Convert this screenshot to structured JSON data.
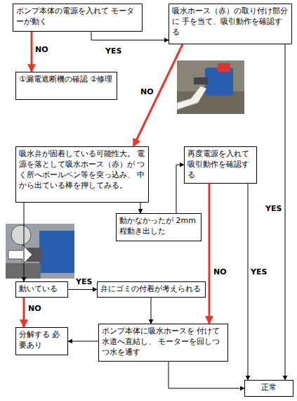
{
  "diagram": {
    "nodes": [
      {
        "text": [
          "ポンプ本体の電源を入れて モーターが動く"
        ]
      },
      {
        "text": [
          "吸水ホース（赤）の取り付け部分に 手を当て、吸引動作を確認する"
        ]
      },
      {
        "text": [
          "①漏電遮断機の確認 ②修理"
        ]
      },
      {
        "text": [
          "吸水弁が固着している可能性大。 電源を落として吸水ホース（赤）が つく所へボールペン等を突っ込み、 中から出ている棒を押してみる。"
        ]
      },
      {
        "text": [
          "再度電源を入れて 吸引動作を確認する"
        ]
      },
      {
        "text": [
          "動かなかったが 2mm程動き出した"
        ]
      },
      {
        "text": [
          "動いている"
        ]
      },
      {
        "text": [
          "弁にゴミの付着が考えられる"
        ]
      },
      {
        "text": [
          "分解する 必要あり"
        ]
      },
      {
        "text": [
          "ポンプ本体に吸水ホースを 付けて水道へ直結し、 モーターを回しつつ水を通す"
        ]
      },
      {
        "text": [
          "正常"
        ]
      }
    ],
    "edges": [
      {
        "from": 0,
        "to": 2,
        "arrow": "to",
        "label": "NO"
      },
      {
        "from": 0,
        "to": 1,
        "arrow": "to",
        "label": "YES"
      },
      {
        "from": 1,
        "to": 3,
        "arrow": "to",
        "label": "NO"
      },
      {
        "from": 1,
        "to": 10,
        "arrow": "to",
        "label": "YES"
      },
      {
        "from": 3,
        "to": 5,
        "arrow": "to"
      },
      {
        "from": 5,
        "to": 4,
        "arrow": "to"
      },
      {
        "from": 4,
        "to": 9,
        "arrow": "to",
        "label": "NO"
      },
      {
        "from": 4,
        "to": 10,
        "arrow": "to",
        "label": "YES"
      },
      {
        "from": 3,
        "to": 6,
        "arrow": "to"
      },
      {
        "from": 6,
        "to": 7,
        "arrow": "to",
        "label": "YES"
      },
      {
        "from": 6,
        "to": 8,
        "arrow": "to",
        "label": "NO"
      },
      {
        "from": 7,
        "to": 9,
        "arrow": "to"
      },
      {
        "from": 9,
        "to": 8,
        "arrow": "to"
      },
      {
        "from": 9,
        "to": 10,
        "arrow": "to"
      }
    ]
  }
}
